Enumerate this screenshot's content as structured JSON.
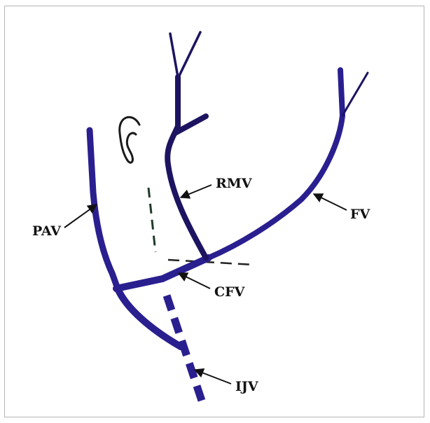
{
  "labels": {
    "pav": "PAV",
    "rmv": "RMV",
    "fv": "FV",
    "cfv": "CFV",
    "ijv": "IJV"
  },
  "colors": {
    "vein": "#2a1f8f",
    "vein_dark": "#1c1460",
    "outline": "#1a1a1a",
    "arrow": "#111111",
    "dash": "#222222",
    "frame": "#b5b5b5"
  }
}
